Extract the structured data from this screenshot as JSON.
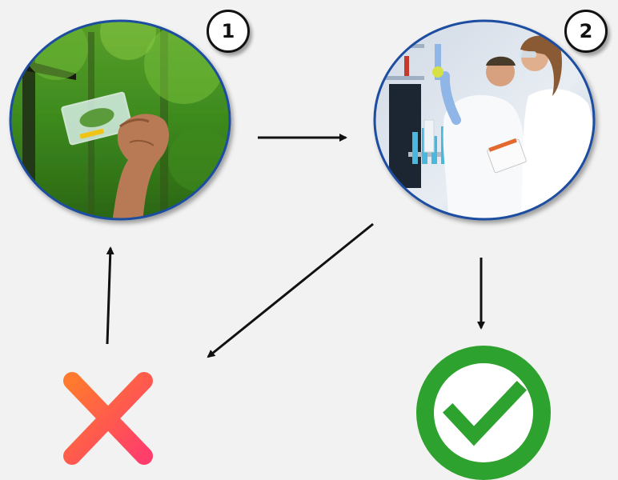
{
  "diagram": {
    "steps": [
      {
        "number": "1",
        "image": "field-sample-photo",
        "description_icon": "leaf-sample-in-bag"
      },
      {
        "number": "2",
        "image": "laboratory-photo",
        "description_icon": "scientists-testing-sample"
      }
    ],
    "outcomes": [
      {
        "icon": "cross-icon",
        "meaning": "rejected"
      },
      {
        "icon": "check-icon",
        "meaning": "approved"
      }
    ]
  },
  "colors": {
    "background": "#f2f2f2",
    "arrow": "#111111",
    "cross_gradient_start": "#ff3d6b",
    "cross_gradient_end": "#ff7a2e",
    "check_green": "#2ea22e"
  }
}
